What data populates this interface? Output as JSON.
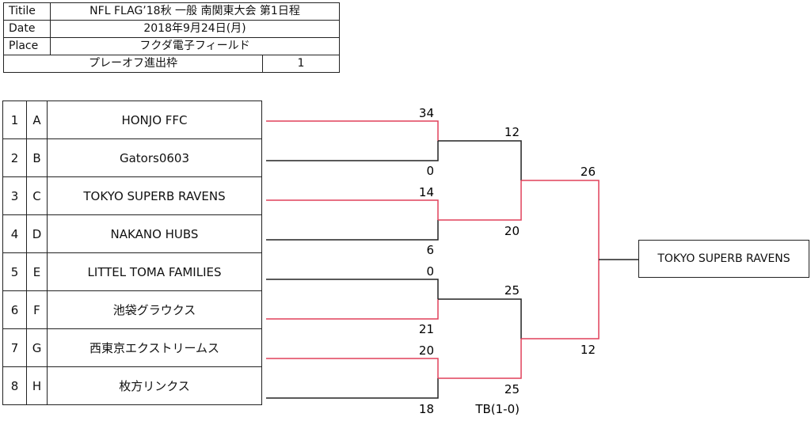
{
  "info": {
    "title_label": "Titile",
    "title_value": "NFL FLAG’18秋 一般 南関東大会 第1日程",
    "date_label": "Date",
    "date_value": "2018年9月24日(月)",
    "place_label": "Place",
    "place_value": "フクダ電子フィールド",
    "playoff_label": "プレーオフ進出枠",
    "playoff_value": "1"
  },
  "teams": [
    {
      "num": "1",
      "letter": "A",
      "name": "HONJO FFC"
    },
    {
      "num": "2",
      "letter": "B",
      "name": "Gators0603"
    },
    {
      "num": "3",
      "letter": "C",
      "name": "TOKYO SUPERB RAVENS"
    },
    {
      "num": "4",
      "letter": "D",
      "name": "NAKANO HUBS"
    },
    {
      "num": "5",
      "letter": "E",
      "name": "LITTEL TOMA FAMILIES"
    },
    {
      "num": "6",
      "letter": "F",
      "name": "池袋グラウクス"
    },
    {
      "num": "7",
      "letter": "G",
      "name": "西東京エクストリームス"
    },
    {
      "num": "8",
      "letter": "H",
      "name": "枚方リンクス"
    }
  ],
  "scores": {
    "r1": [
      "34",
      "0",
      "14",
      "6",
      "0",
      "21",
      "20",
      "18"
    ],
    "r2": [
      "12",
      "20",
      "25",
      "25"
    ],
    "r2_note": "TB(1-0)",
    "r3": [
      "26",
      "12"
    ]
  },
  "winner": "TOKYO SUPERB RAVENS",
  "colors": {
    "win_line": "#e0405a",
    "lose_line": "#222222"
  }
}
